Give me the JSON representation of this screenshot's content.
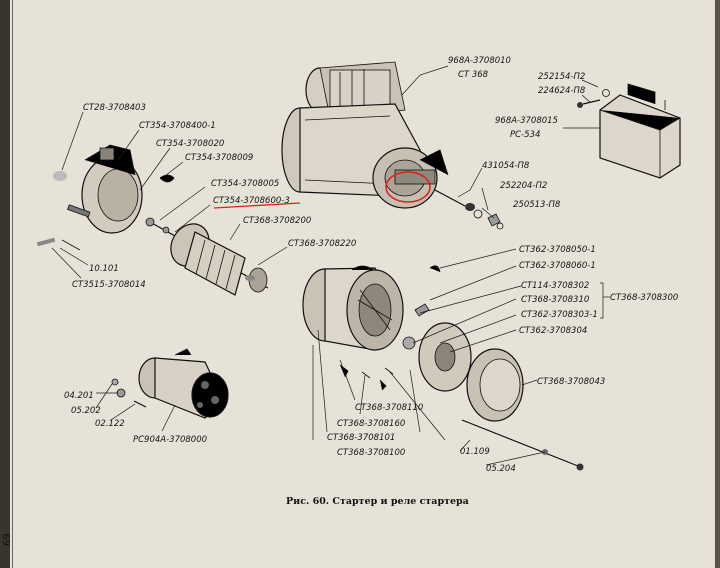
{
  "caption": "Рис. 60. Стартер и реле стартера",
  "page_number": "69",
  "annotation_color": "#e0201c",
  "labels": {
    "starter_assembly": "968A-3708010",
    "starter_model": "СТ 368",
    "relay_bolt": "252154-П2",
    "relay_washer": "224624-П8",
    "relay_assembly": "968А-3708015",
    "relay_model": "РС-534",
    "drive_end_cover": "СТ28-3708403",
    "cover_assembly": "СТ354-3708400-1",
    "brush_holder": "СТ354-3708020",
    "brush_spring": "СТ354-3708009",
    "bushing": "СТ354-3708005",
    "highlighted_part": "СТ354-3708600-3",
    "armature": "СТ368-3708200",
    "field_winding_housing": "СТ368-3708220",
    "nut": "431054-П8",
    "spring_washer": "252204-П2",
    "flat_washer": "250513-П8",
    "pin": "10.101",
    "tie_bolt": "СТ3515-3708014",
    "lever_support": "СТ362-3708050-1",
    "lever": "СТ362-3708060-1",
    "clutch_ring": "СТ114-3708302",
    "clutch_washer": "СТ368-3708310",
    "clutch_hub": "СТ362-3708303-1",
    "clutch_group": "СТ368-3708300",
    "clutch_gear": "СТ362-3708304",
    "drive_housing": "СТ368-3708043",
    "field_coil": "СТ368-3708110",
    "field_insulator": "СТ368-3708160",
    "housing_body": "СТ368-3708101",
    "housing_assembly": "СТ368-3708100",
    "bolt_long": "01.109",
    "bolt_washer": "05.204",
    "relay_nut_a": "04.201",
    "relay_nut_b": "05.202",
    "relay_screw": "02.122",
    "solenoid_relay": "РС904А-3708000"
  }
}
